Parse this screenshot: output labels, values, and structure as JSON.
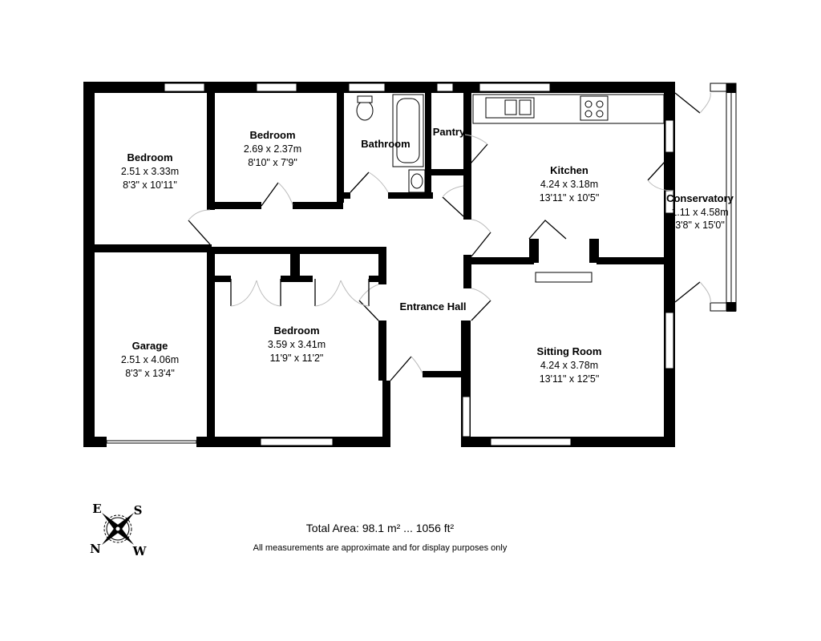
{
  "rooms": [
    {
      "name": "Bedroom",
      "metric": "2.51 x 3.33m",
      "imperial": "8'3\" x 10'11\""
    },
    {
      "name": "Bedroom",
      "metric": "2.69 x 2.37m",
      "imperial": "8'10\" x 7'9\""
    },
    {
      "name": "Bathroom"
    },
    {
      "name": "Pantry"
    },
    {
      "name": "Kitchen",
      "metric": "4.24 x 3.18m",
      "imperial": "13'11\" x 10'5\""
    },
    {
      "name": "Conservatory",
      "metric": "1.11 x 4.58m",
      "imperial": "3'8\" x 15'0\""
    },
    {
      "name": "Garage",
      "metric": "2.51 x 4.06m",
      "imperial": "8'3\" x 13'4\""
    },
    {
      "name": "Bedroom",
      "metric": "3.59 x 3.41m",
      "imperial": "11'9\" x 11'2\""
    },
    {
      "name": "Entrance Hall"
    },
    {
      "name": "Sitting Room",
      "metric": "4.24 x 3.78m",
      "imperial": "13'11\" x 12'5\""
    }
  ],
  "total_area": "Total Area: 98.1 m² ... 1056 ft²",
  "disclaimer": "All measurements are approximate and for display purposes only",
  "compass": {
    "top_left": "E",
    "top_right": "S",
    "bottom_left": "N",
    "bottom_right": "W"
  }
}
